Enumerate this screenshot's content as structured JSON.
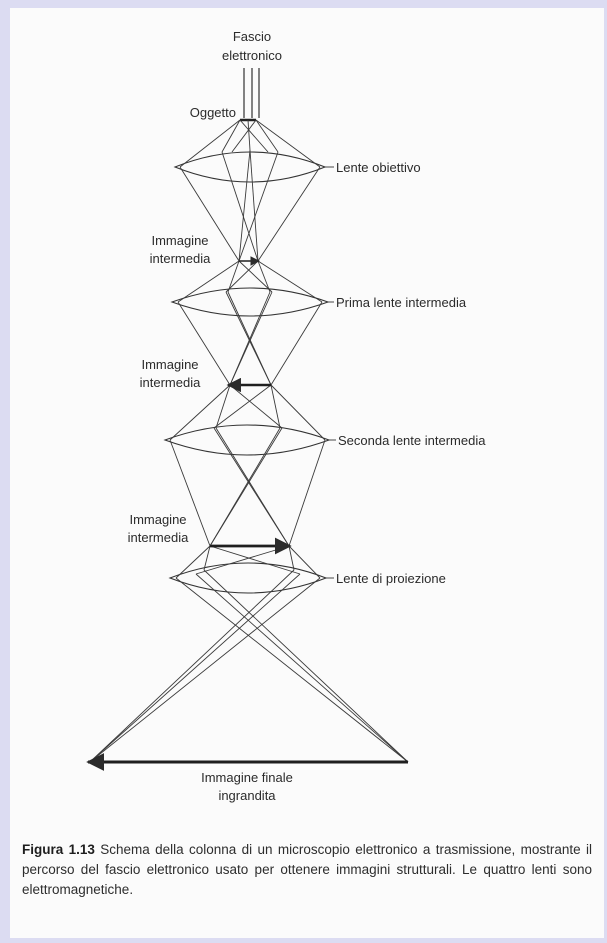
{
  "diagram": {
    "labels": {
      "beam_line1": "Fascio",
      "beam_line2": "elettronico",
      "object": "Oggetto",
      "objective_lens": "Lente obiettivo",
      "image1_line1": "Immagine",
      "image1_line2": "intermedia",
      "first_intermediate_lens": "Prima lente intermedia",
      "image2_line1": "Immagine",
      "image2_line2": "intermedia",
      "second_intermediate_lens": "Seconda lente intermedia",
      "image3_line1": "Immagine",
      "image3_line2": "intermedia",
      "projection_lens": "Lente di proiezione",
      "final_image_line1": "Immagine finale",
      "final_image_line2": "ingrandita"
    }
  },
  "caption": {
    "figure_number": "Figura 1.13",
    "text": "Schema della colonna di un microscopio elettronico a trasmissione, mostrante il percorso del fascio elettronico usato per ottenere immagini strutturali. Le quattro lenti sono elettromagnetiche."
  }
}
